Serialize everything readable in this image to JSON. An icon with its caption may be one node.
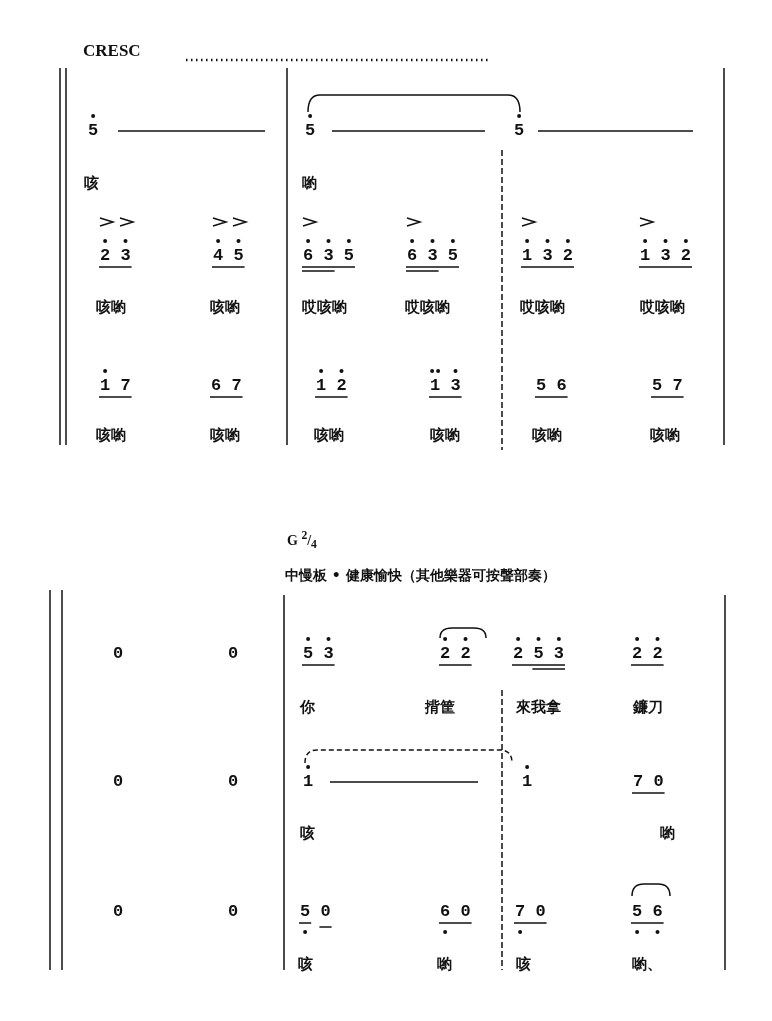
{
  "diagram": {
    "labels": [
      "CRESC",
      "5",
      "5",
      "5",
      "咳",
      "喲",
      "2 3",
      "4 5",
      "6 3 5",
      "6 3 5",
      "1 3 2",
      "1 3 2",
      "咳喲",
      "咳喲",
      "哎咳喲",
      "哎咳喲",
      "哎咳喲",
      "哎咳喲",
      "1 7",
      "6 7",
      "1 2",
      "1 3",
      "5 6",
      "5 7",
      "咳喲",
      "咳喲",
      "咳喲",
      "咳喲",
      "咳喲",
      "咳喲",
      "G $^{2}$/$_{4}$",
      "中慢板 • 健康愉快（其他樂器可按聲部奏）",
      "0",
      "0",
      "5 3",
      "2 2",
      "2 5 3",
      "2 2",
      "你",
      "揹筐",
      "來我拿",
      "鐮刀",
      "0",
      "0",
      "1",
      "1",
      "7 0",
      "咳",
      "喲",
      "0",
      "0",
      "5 0",
      "6 0",
      "7 0",
      "5 6",
      "咳",
      "喲",
      "咳",
      "喲、"
    ]
  }
}
